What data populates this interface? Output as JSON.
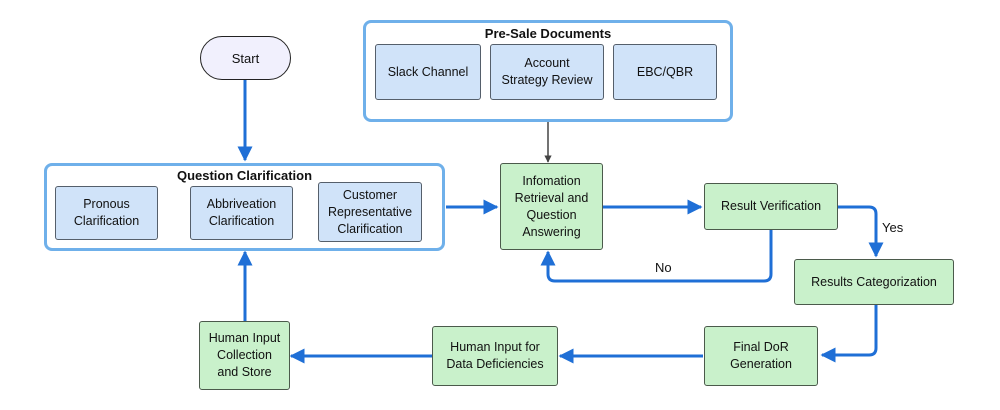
{
  "start": {
    "label": "Start"
  },
  "groups": {
    "pre_sale": {
      "title": "Pre-Sale  Documents",
      "items": [
        "Slack Channel",
        "Account\nStrategy Review",
        "EBC/QBR"
      ]
    },
    "question_clarification": {
      "title": "Question Clarification",
      "items": [
        "Pronous\nClarification",
        "Abbriveation\nClarification",
        "Customer\nRepresentative\nClarification"
      ]
    }
  },
  "nodes": {
    "info_retrieval": "Infomation\nRetrieval and\nQuestion\nAnswering",
    "result_verification": "Result Verification",
    "results_categorization": "Results Categorization",
    "final_dor": "Final DoR\nGeneration",
    "human_input_deficiencies": "Human Input for\nData Deficiencies",
    "human_input_collection": "Human Input\nCollection\nand Store"
  },
  "edge_labels": {
    "yes": "Yes",
    "no": "No"
  },
  "colors": {
    "accent_blue": "#1f6fd6",
    "group_border": "#6fb0ea",
    "blue_fill": "#d0e3f9",
    "green_fill": "#c9f1cb",
    "start_fill": "#f1f0fd",
    "dark_arrow": "#444444"
  }
}
